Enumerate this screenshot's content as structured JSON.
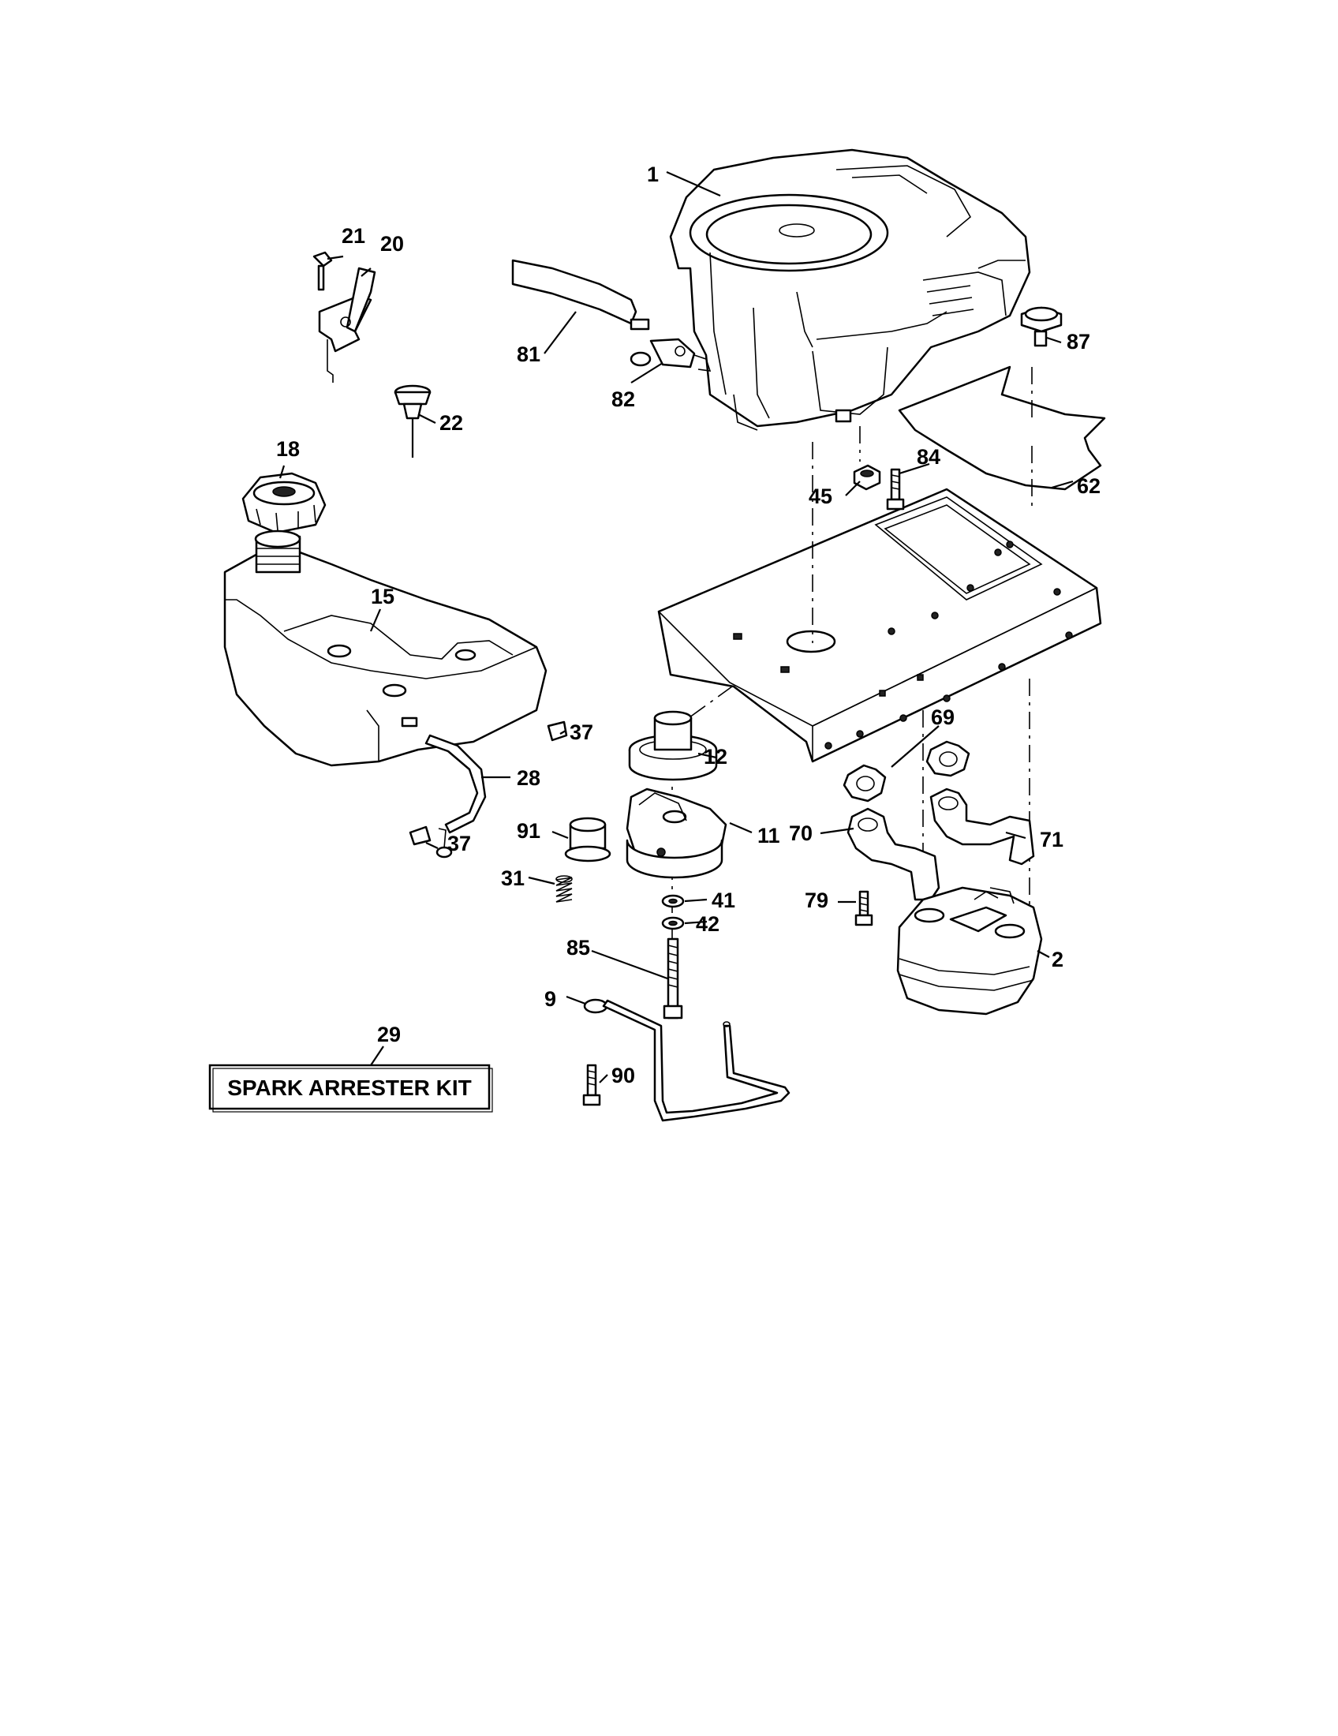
{
  "diagram": {
    "callouts": [
      {
        "id": "1",
        "label": "1"
      },
      {
        "id": "2",
        "label": "2"
      },
      {
        "id": "9",
        "label": "9"
      },
      {
        "id": "11",
        "label": "11"
      },
      {
        "id": "12",
        "label": "12"
      },
      {
        "id": "15",
        "label": "15"
      },
      {
        "id": "18",
        "label": "18"
      },
      {
        "id": "20",
        "label": "20"
      },
      {
        "id": "21",
        "label": "21"
      },
      {
        "id": "22",
        "label": "22"
      },
      {
        "id": "28",
        "label": "28"
      },
      {
        "id": "29",
        "label": "29"
      },
      {
        "id": "31",
        "label": "31"
      },
      {
        "id": "37a",
        "label": "37"
      },
      {
        "id": "37b",
        "label": "37"
      },
      {
        "id": "41",
        "label": "41"
      },
      {
        "id": "42",
        "label": "42"
      },
      {
        "id": "45",
        "label": "45"
      },
      {
        "id": "62",
        "label": "62"
      },
      {
        "id": "69",
        "label": "69"
      },
      {
        "id": "70",
        "label": "70"
      },
      {
        "id": "71",
        "label": "71"
      },
      {
        "id": "79",
        "label": "79"
      },
      {
        "id": "81",
        "label": "81"
      },
      {
        "id": "82",
        "label": "82"
      },
      {
        "id": "84",
        "label": "84"
      },
      {
        "id": "85",
        "label": "85"
      },
      {
        "id": "87",
        "label": "87"
      },
      {
        "id": "90",
        "label": "90"
      },
      {
        "id": "91",
        "label": "91"
      }
    ],
    "kit_box": {
      "text": "SPARK ARRESTER KIT"
    }
  }
}
